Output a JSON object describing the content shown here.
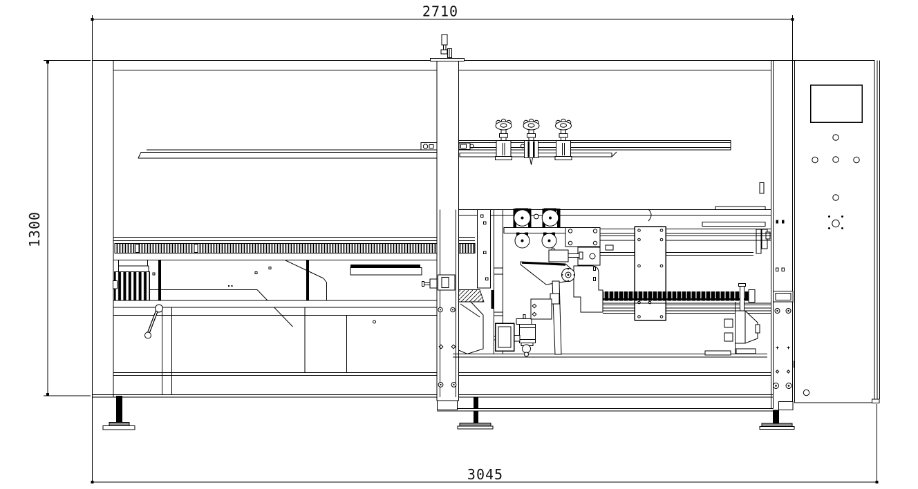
{
  "page": {
    "background": "#ffffff",
    "ink": "#000000",
    "accent_gray": "#8a8a8a"
  },
  "dimensions": {
    "top": {
      "label": "2710"
    },
    "left": {
      "label": "1300"
    },
    "bottom": {
      "label": "3045"
    }
  }
}
